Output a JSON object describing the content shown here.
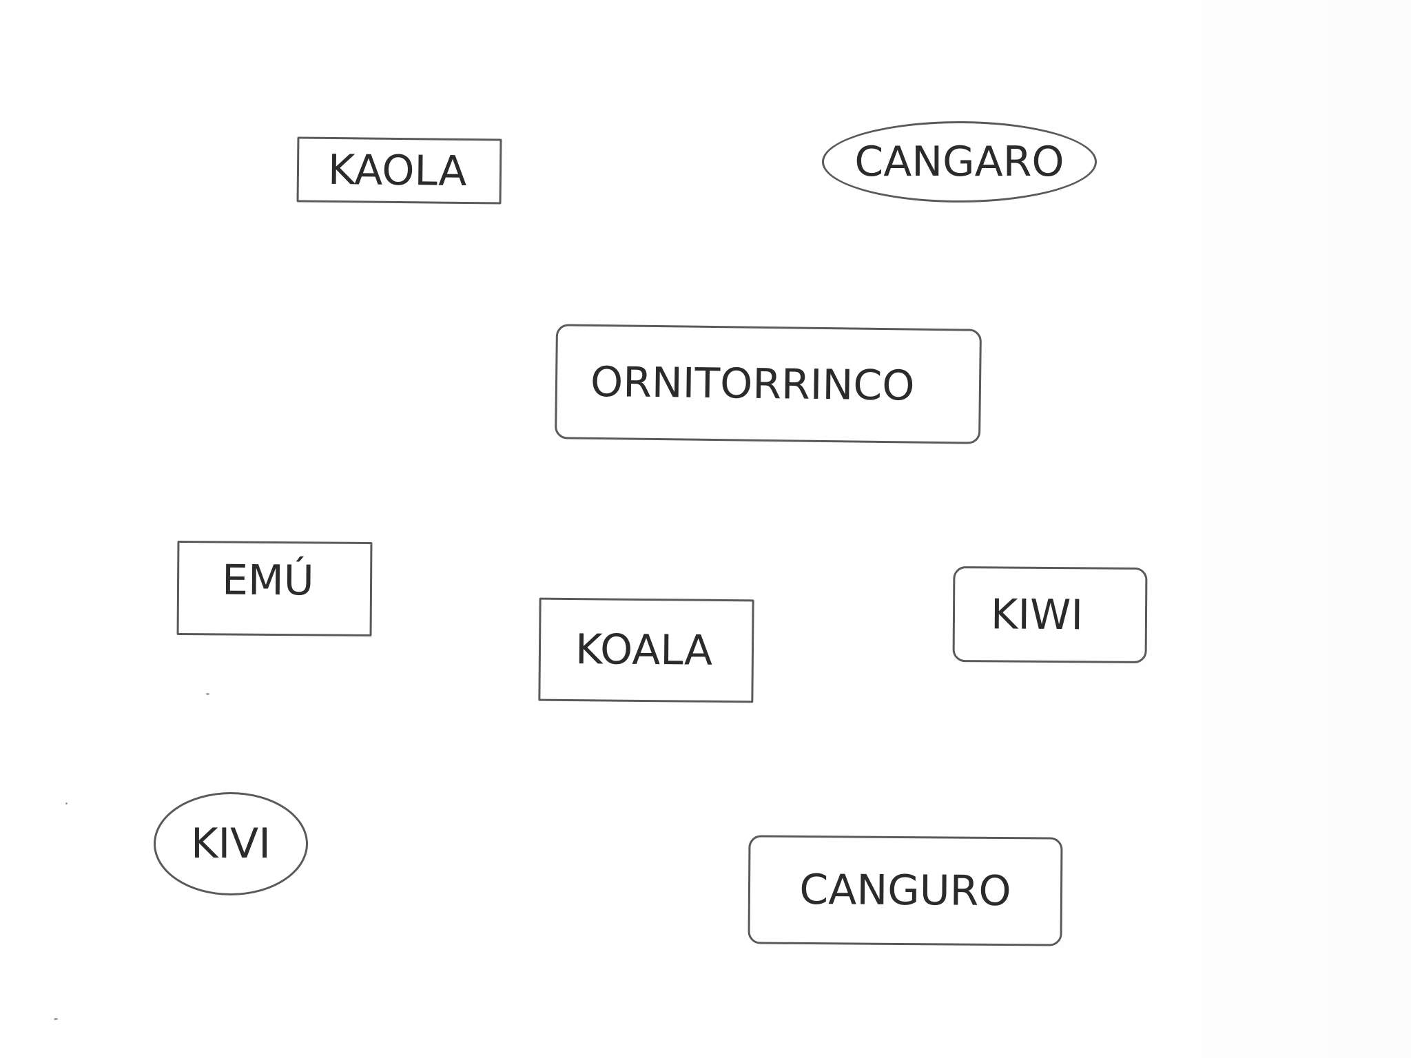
{
  "words": [
    {
      "id": "kaola",
      "text": "KAOLA",
      "shape": "rectangle"
    },
    {
      "id": "cangaro",
      "text": "CANGARO",
      "shape": "oval"
    },
    {
      "id": "ornitorrinco",
      "text": "ORNITORRINCO",
      "shape": "rounded-rectangle"
    },
    {
      "id": "emu",
      "text": "EMÚ",
      "shape": "rectangle"
    },
    {
      "id": "koala",
      "text": "KOALA",
      "shape": "rectangle"
    },
    {
      "id": "kiwi",
      "text": "KIWI",
      "shape": "rounded-rectangle"
    },
    {
      "id": "kivi",
      "text": "KIVI",
      "shape": "oval"
    },
    {
      "id": "canguro",
      "text": "CANGURO",
      "shape": "rounded-rectangle"
    }
  ],
  "colors": {
    "border": "#5a5a5a",
    "text": "#2b2b2b",
    "background": "#ffffff"
  }
}
